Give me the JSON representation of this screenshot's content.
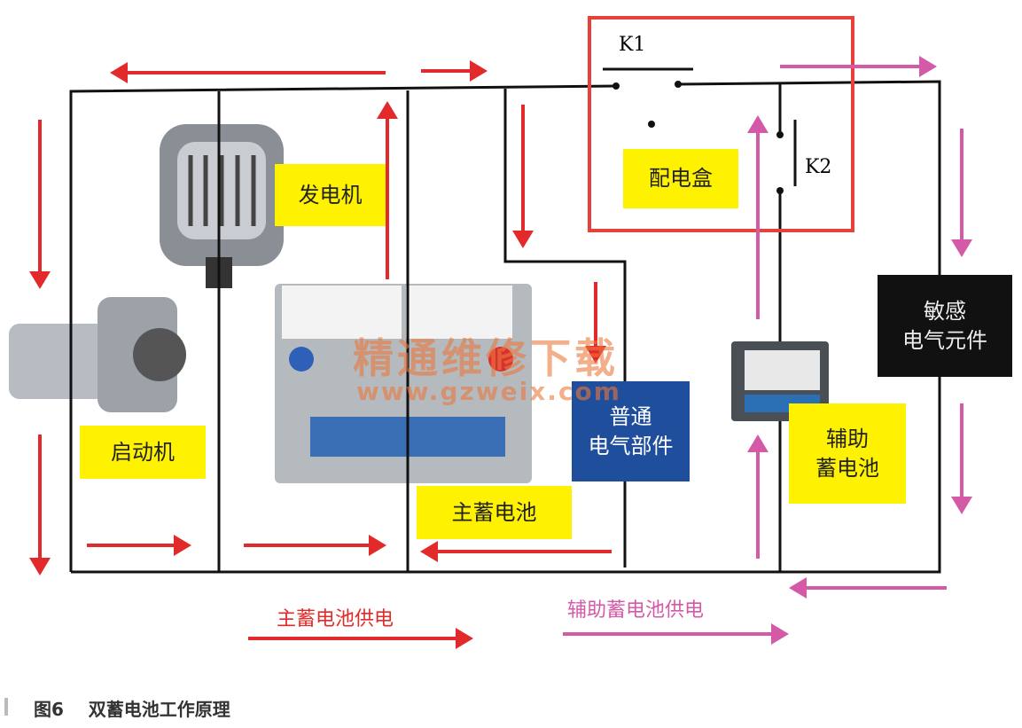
{
  "labels": {
    "generator": "发电机",
    "distribution_box": "配电盒",
    "starter": "启动机",
    "main_battery": "主蓄电池",
    "general_parts_line1": "普通",
    "general_parts_line2": "电气部件",
    "aux_battery_line1": "辅助",
    "aux_battery_line2": "蓄电池",
    "sensitive_line1": "敏感",
    "sensitive_line2": "电气元件",
    "k1": "K1",
    "k2": "K2"
  },
  "legend": {
    "main_supply": "主蓄电池供电",
    "aux_supply": "辅助蓄电池供电"
  },
  "watermark": {
    "title": "精通维修下载",
    "url": "www.gzweix.com"
  },
  "caption": {
    "figure": "图6",
    "title": "双蓄电池工作原理"
  },
  "colors": {
    "main_arrow": "#e32a2a",
    "aux_arrow": "#d45aa8",
    "box_border": "#e8413a",
    "label_bg": "#fff200"
  }
}
